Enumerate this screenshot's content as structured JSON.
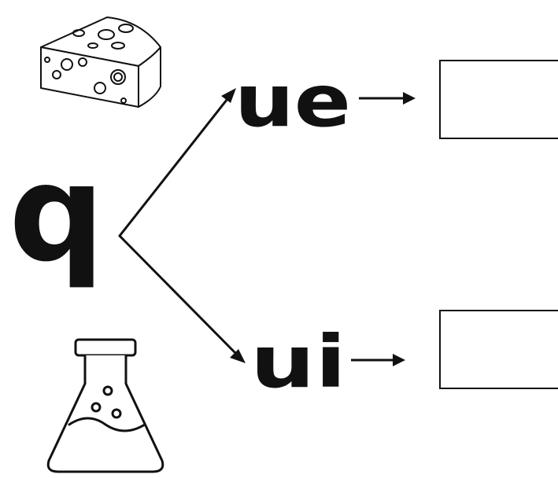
{
  "worksheet": {
    "root_letter": "q",
    "branches": [
      {
        "syllable": "ue",
        "answer": ""
      },
      {
        "syllable": "ui",
        "answer": ""
      }
    ],
    "pictures": [
      {
        "icon": "cheese-icon"
      },
      {
        "icon": "flask-icon"
      }
    ],
    "colors": {
      "ink": "#111111",
      "paper": "#ffffff"
    }
  }
}
